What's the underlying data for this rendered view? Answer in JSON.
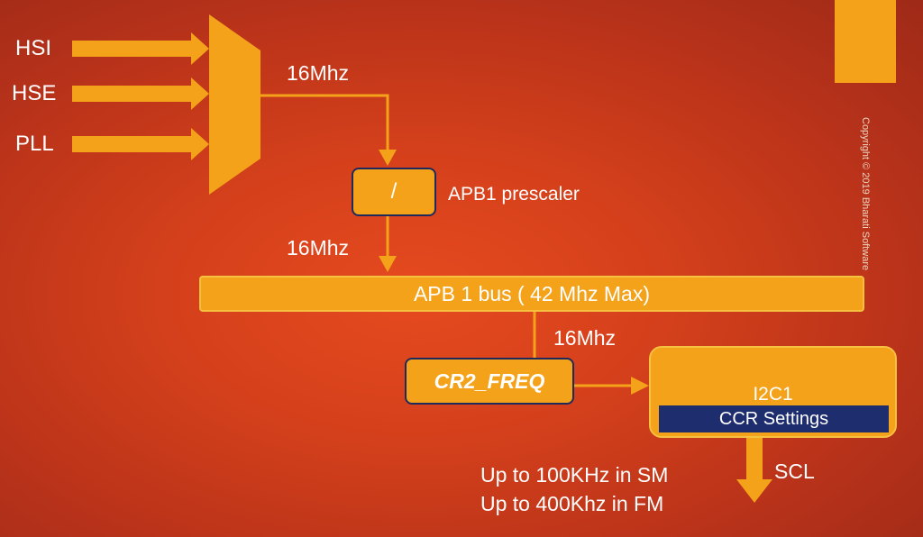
{
  "sources": [
    "HSI",
    "HSE",
    "PLL"
  ],
  "frequencies": {
    "mux_output": "16Mhz",
    "prescaler_output": "16Mhz",
    "bus_output": "16Mhz"
  },
  "prescaler": {
    "symbol": "/",
    "label": "APB1 prescaler"
  },
  "bus": {
    "label": "APB 1 bus ( 42 Mhz Max)"
  },
  "cr2": {
    "label": "CR2_FREQ"
  },
  "i2c": {
    "title": "I2C1",
    "settings": "CCR Settings"
  },
  "output": {
    "label": "SCL"
  },
  "notes": [
    "Up to 100KHz in SM",
    "Up to 400Khz in FM"
  ],
  "copyright": "Copyright © 2019 Bharati Software",
  "colors": {
    "accent": "#f3a21a",
    "navy": "#1e2d6e",
    "background": "#d4401b"
  }
}
